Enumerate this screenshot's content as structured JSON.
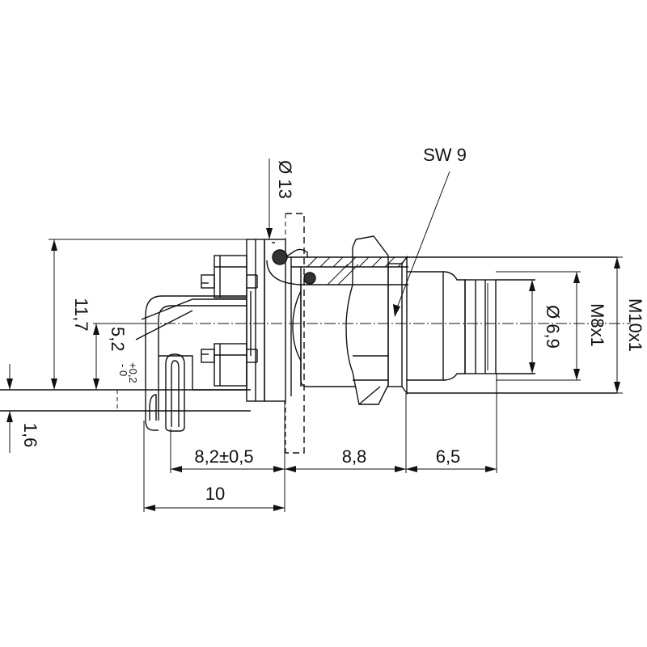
{
  "drawing": {
    "dimensions": {
      "sw": "SW 9",
      "dia13": "Ø 13",
      "h117": "11,7",
      "h52_main": "5,2",
      "h52_tol_plus": "+0,2",
      "h52_tol_minus": "- 0",
      "h16": "1,6",
      "w82": "8,2±0,5",
      "w88": "8,8",
      "w65": "6,5",
      "w10": "10",
      "dia69": "Ø 6,9",
      "m8": "M8x1",
      "m10": "M10x1"
    }
  }
}
